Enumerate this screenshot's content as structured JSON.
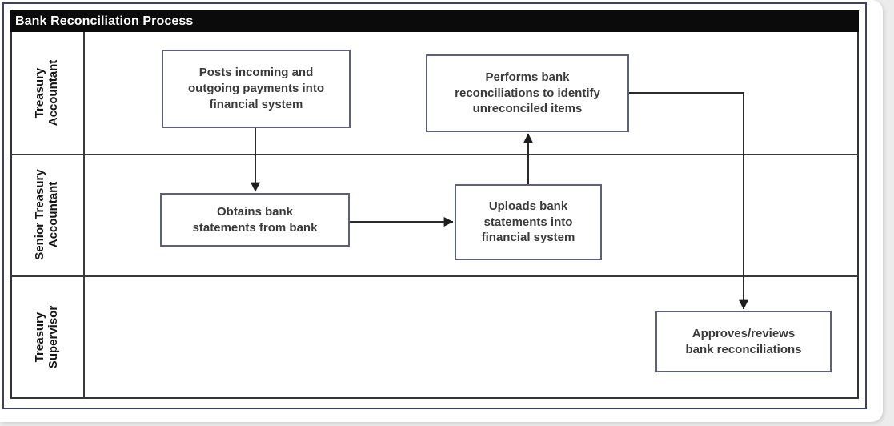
{
  "diagram": {
    "title": "Bank Reconciliation Process",
    "lanes": [
      {
        "label": "Treasury\nAccountant"
      },
      {
        "label": "Senior Treasury\nAccountant"
      },
      {
        "label": "Treasury\nSupervisor"
      }
    ],
    "nodes": [
      {
        "id": "posts",
        "lane": "Treasury Accountant",
        "label": "Posts incoming and\noutgoing payments into\nfinancial system"
      },
      {
        "id": "performs",
        "lane": "Treasury Accountant",
        "label": "Performs bank\nreconciliations to identify\nunreconciled items"
      },
      {
        "id": "obtains",
        "lane": "Senior Treasury Accountant",
        "label": "Obtains bank\nstatements from bank"
      },
      {
        "id": "uploads",
        "lane": "Senior Treasury Accountant",
        "label": "Uploads bank\nstatements into\nfinancial system"
      },
      {
        "id": "approves",
        "lane": "Treasury Supervisor",
        "label": "Approves/reviews\nbank reconciliations"
      }
    ],
    "edges": [
      {
        "from": "posts",
        "to": "obtains"
      },
      {
        "from": "obtains",
        "to": "uploads"
      },
      {
        "from": "uploads",
        "to": "performs"
      },
      {
        "from": "performs",
        "to": "approves"
      }
    ],
    "colors": {
      "title_bg": "#0b0b0b",
      "title_text": "#ffffff",
      "outer_frame_border": "#3b4266",
      "grid_line": "#3a3a3a",
      "node_border": "#59627a",
      "node_fill": "#ffffff",
      "node_text": "#3a3a3a",
      "arrow": "#2b2b2b"
    }
  }
}
